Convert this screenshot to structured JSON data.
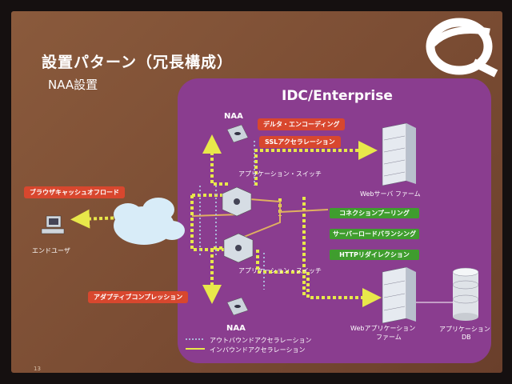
{
  "slide": {
    "title": "設置パターン（冗長構成）",
    "subtitle": "NAA設置",
    "idc_title": "IDC/Enterprise",
    "page_number": "13"
  },
  "badges_red": {
    "delta_encoding": "デルタ・エンコーディング",
    "ssl_acceleration": "SSLアクセラレーション",
    "browser_cache_offload": "ブラウザキャッシュオフロード",
    "adaptive_compression": "アダプティブコンプレッション"
  },
  "badges_green": {
    "connection_pooling": "コネクションプーリング",
    "server_load_balancing": "サーバーロードバランシング",
    "http_redirection": "HTTPリダイレクション"
  },
  "labels": {
    "naa_top": "NAA",
    "naa_bottom": "NAA",
    "app_switch_top": "アプリケーション・スイッチ",
    "app_switch_bottom": "アプリケーション・スイッチ",
    "web_server_farm": "Webサーバ ファーム",
    "web_app_farm_line1": "Webアプリケーション",
    "web_app_farm_line2": "ファーム",
    "app_db_line1": "アプリケーション",
    "app_db_line2": "DB",
    "end_user": "エンドユーザ"
  },
  "legend": {
    "outbound": "アウトバウンドアクセラレーション",
    "inbound": "インバウンドアクセラレーション"
  },
  "colors": {
    "slide_background": "#7f5136",
    "idc_box": "#8a3d8f",
    "red_badge": "#d8472e",
    "green_badge": "#3f9d2e",
    "inbound_line": "#e8e84a",
    "outbound_line": "#aab4d8"
  }
}
